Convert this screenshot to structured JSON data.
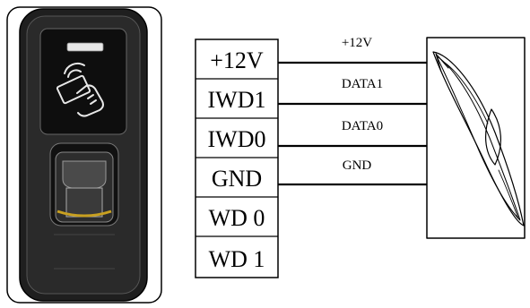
{
  "terminal_block": {
    "terminals": [
      "+12V",
      "IWD1",
      "IWD0",
      "GND",
      "WD 0",
      "WD 1"
    ]
  },
  "wires": [
    {
      "from": "+12V",
      "label": "+12V"
    },
    {
      "from": "IWD1",
      "label": "DATA1"
    },
    {
      "from": "IWD0",
      "label": "DATA0"
    },
    {
      "from": "GND",
      "label": "GND"
    }
  ],
  "colors": {
    "line": "#000000",
    "device_body": "#1a1a1a",
    "scanner_accent": "#c8a020"
  },
  "icons": {
    "device": "fingerprint-reader-icon",
    "card_tap": "card-tap-icon",
    "reader": "external-card-reader-icon"
  }
}
